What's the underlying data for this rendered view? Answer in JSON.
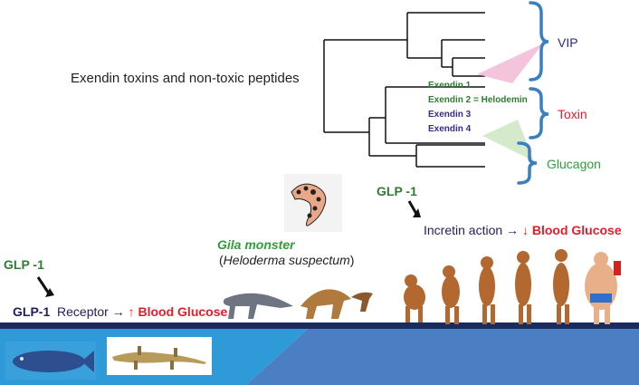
{
  "title": "Exendin toxins and non-toxic peptides",
  "exendins": [
    {
      "label": "Exendin 1",
      "color": "#2e7d32"
    },
    {
      "label": "Exendin 2 = Helodemin",
      "color": "#2e7d32"
    },
    {
      "label": "Exendin 3",
      "color": "#3b2a8a"
    },
    {
      "label": "Exendin 4",
      "color": "#3b2a8a"
    }
  ],
  "groups": {
    "vip": "VIP",
    "toxin": "Toxin",
    "glucagon": "Glucagon"
  },
  "glp_right": {
    "label": "GLP -1",
    "incretin_prefix": "Incretin action →",
    "arrow": "↓",
    "effect": "Blood Glucose"
  },
  "gila": {
    "name": "Gila monster",
    "open": "(",
    "scientific": "Heloderma suspectum",
    "close": ")"
  },
  "glp_left": {
    "label": "GLP -1",
    "receptor_label": "GLP-1",
    "receptor_text": "Receptor →",
    "arrow": "↑",
    "effect": "Blood Glucose"
  },
  "colors": {
    "bracket": "#3a7fc1",
    "toxin": "#e11d2a",
    "glucagon": "#2e9e3a",
    "vip": "#2b2b80",
    "ground_left": "#2e9ad8",
    "ground_right": "#4a7fc4",
    "ground_line": "#1a2b5c"
  }
}
